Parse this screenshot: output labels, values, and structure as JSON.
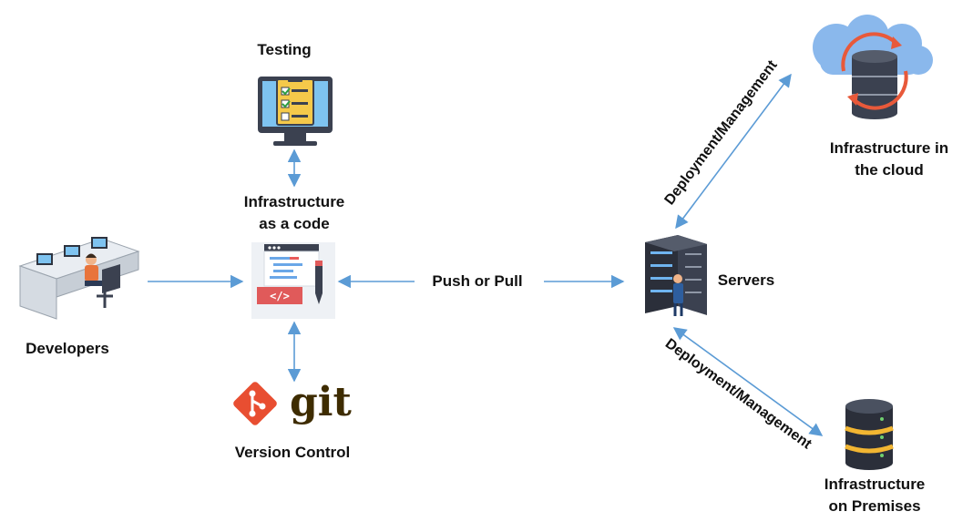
{
  "nodes": {
    "testing": "Testing",
    "iac_line1": "Infrastructure",
    "iac_line2": "as a code",
    "developers": "Developers",
    "version_control": "Version Control",
    "git_wordmark": "git",
    "servers": "Servers",
    "cloud_line1": "Infrastructure in",
    "cloud_line2": "the cloud",
    "premises_line1": "Infrastructure",
    "premises_line2": "on Premises"
  },
  "edges": {
    "push_pull": "Push or Pull",
    "deploy_cloud": "Deployment/Management",
    "deploy_premises": "Deployment/Management"
  },
  "colors": {
    "arrow": "#5b9bd5",
    "git_orange": "#e84e31",
    "git_text": "#3e2c00",
    "cloud_blue": "#7fb0e8",
    "server_dark": "#2b2f3a",
    "db_gold": "#f2b632"
  }
}
